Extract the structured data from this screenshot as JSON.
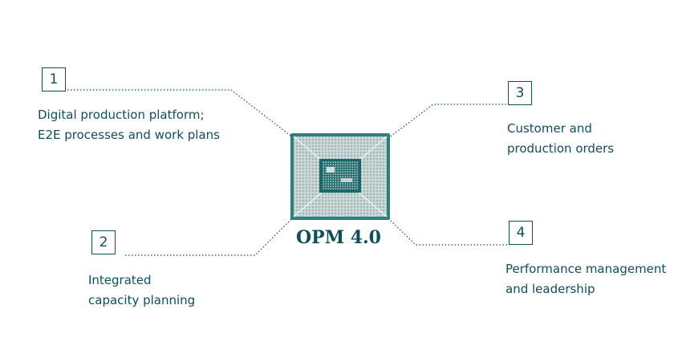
{
  "center": {
    "title": "OPM 4.0"
  },
  "items": [
    {
      "number": "1",
      "lines": [
        "Digital production platform;",
        "E2E processes and work plans"
      ]
    },
    {
      "number": "2",
      "lines": [
        "Integrated",
        "capacity planning"
      ]
    },
    {
      "number": "3",
      "lines": [
        "Customer and",
        "production orders"
      ]
    },
    {
      "number": "4",
      "lines": [
        "Performance management",
        "and leadership"
      ]
    }
  ],
  "colors": {
    "accent": "#0f4f5c",
    "chip_substrate": "#2f8080",
    "chip_pins": "#d7e0e0"
  }
}
